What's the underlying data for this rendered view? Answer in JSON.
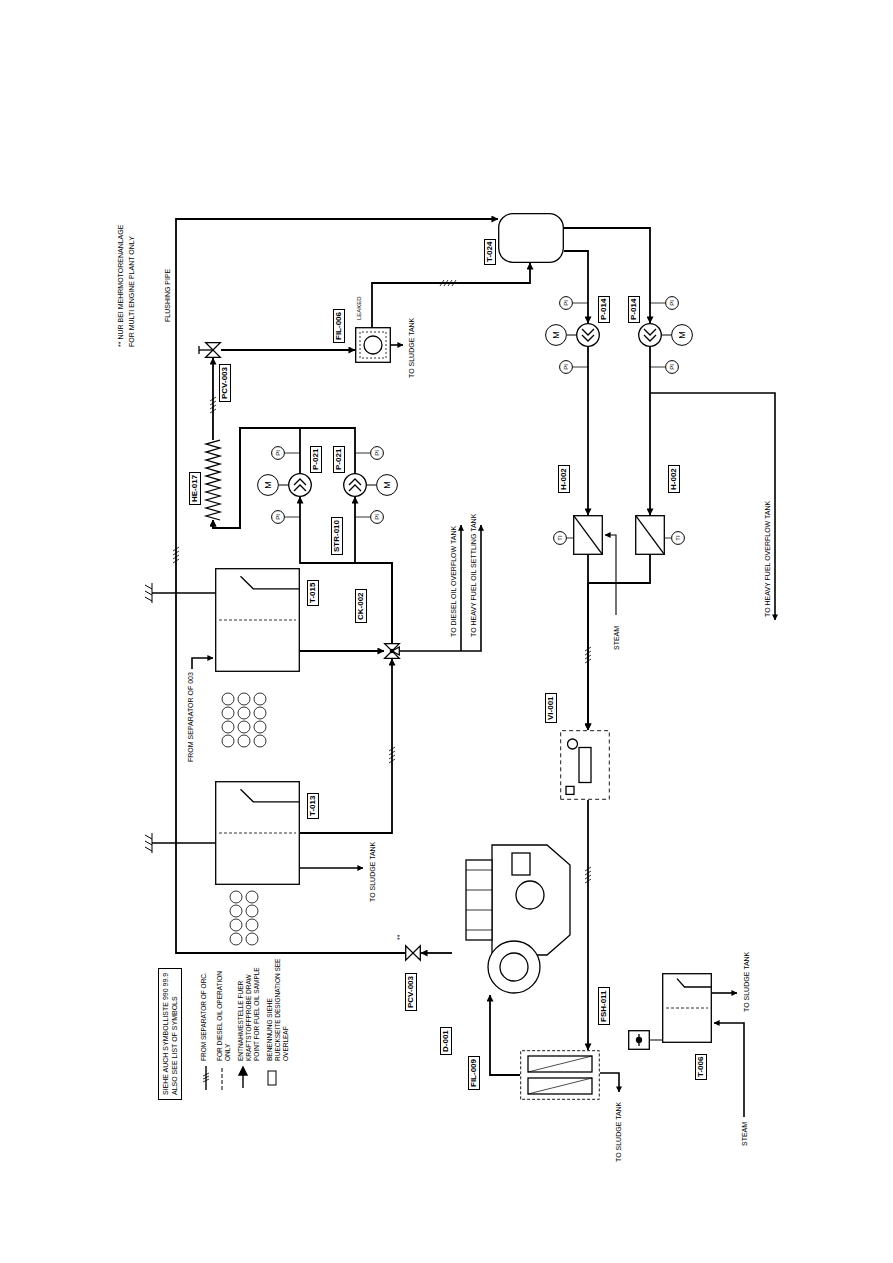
{
  "diagram": {
    "nodes": [
      {
        "text": [
          "SIEHE AUCH SYMBOLLISTE 990 99.9",
          "ALSO SEE LIST OF SYMBOLS"
        ]
      },
      {
        "text": [
          "T-013"
        ]
      },
      {
        "text": [
          "T-015"
        ]
      },
      {
        "text": [
          "CK-002"
        ]
      },
      {
        "text": [
          "HE-017"
        ]
      },
      {
        "text": [
          "P-021"
        ]
      },
      {
        "text": [
          "M"
        ]
      },
      {
        "text": [
          "P-021"
        ]
      },
      {
        "text": [
          "M"
        ]
      },
      {
        "text": [
          "STR-010"
        ]
      },
      {
        "text": [
          "PCV-003"
        ]
      },
      {
        "text": [
          "FIL-006"
        ]
      },
      {
        "text": [
          "T-024"
        ]
      },
      {
        "text": [
          "P-014"
        ]
      },
      {
        "text": [
          "M"
        ]
      },
      {
        "text": [
          "P-014"
        ]
      },
      {
        "text": [
          "M"
        ]
      },
      {
        "text": [
          "H-002"
        ]
      },
      {
        "text": [
          "H-002"
        ]
      },
      {
        "text": [
          "VI-001"
        ]
      },
      {
        "text": [
          "D-001"
        ]
      },
      {
        "text": [
          "PCV-003"
        ]
      },
      {
        "text": [
          "FIL-009"
        ]
      },
      {
        "text": [
          "FSH-011"
        ]
      },
      {
        "text": [
          "T-006"
        ]
      },
      {
        "text": [
          "PI"
        ]
      },
      {
        "text": [
          "PI"
        ]
      },
      {
        "text": [
          "PI"
        ]
      },
      {
        "text": [
          "PI"
        ]
      },
      {
        "text": [
          "PI"
        ]
      },
      {
        "text": [
          "PI"
        ]
      },
      {
        "text": [
          "PI"
        ]
      },
      {
        "text": [
          "PI"
        ]
      },
      {
        "text": [
          "TI"
        ]
      },
      {
        "text": [
          "TI"
        ]
      }
    ],
    "edges": [
      {
        "from": 1,
        "to": 3,
        "arrow": "to"
      },
      {
        "from": 2,
        "to": 3,
        "arrow": "to"
      },
      {
        "from": 3,
        "to": 5,
        "arrow": "to"
      },
      {
        "from": 3,
        "to": 7,
        "arrow": "to"
      },
      {
        "from": 5,
        "to": 4,
        "arrow": "to"
      },
      {
        "from": 7,
        "to": 4,
        "arrow": "to"
      },
      {
        "from": 4,
        "to": 10,
        "arrow": "to"
      },
      {
        "from": 10,
        "to": 11,
        "arrow": "to"
      },
      {
        "from": 11,
        "to": 12,
        "arrow": "to"
      },
      {
        "from": 12,
        "to": 13,
        "arrow": "to"
      },
      {
        "from": 12,
        "to": 15,
        "arrow": "to"
      },
      {
        "from": 13,
        "to": 17,
        "arrow": "to"
      },
      {
        "from": 15,
        "to": 18,
        "arrow": "to"
      },
      {
        "from": 17,
        "to": 19,
        "arrow": "to"
      },
      {
        "from": 18,
        "to": 19,
        "arrow": "to"
      },
      {
        "from": 19,
        "to": 22,
        "arrow": "to"
      },
      {
        "from": 22,
        "to": 20,
        "arrow": "to"
      },
      {
        "from": 20,
        "to": 21,
        "arrow": "to"
      },
      {
        "from": 21,
        "to": 12,
        "arrow": "to"
      },
      {
        "from": 23,
        "to": 24,
        "arrow": "none"
      },
      {
        "from": 5,
        "to": 6,
        "arrow": "none"
      },
      {
        "from": 7,
        "to": 8,
        "arrow": "none"
      },
      {
        "from": 13,
        "to": 14,
        "arrow": "none"
      },
      {
        "from": 15,
        "to": 16,
        "arrow": "none"
      }
    ],
    "labels": [
      "FROM SEPARATOR OF 003",
      "FLUSHING PIPE",
      "LEAKED",
      "TO SLUDGE TANK",
      "TO DIESEL OIL OVERFLOW TANK",
      "TO HEAVY FUEL OIL SETTLING TANK",
      "TO SLUDGE TANK",
      "**",
      "STEAM",
      "TO HEAVY FUEL OVERFLOW TANK",
      "TO SLUDGE TANK",
      "TO SLUDGE TANK",
      "STEAM",
      "** NUR BEI MEHRMOTORENANLAGE",
      "FOR MULTI ENGINE PLANT ONLY"
    ],
    "legend": [
      {
        "text": "FROM SEPARATOR OF ORC."
      },
      {
        "text": "FOR DIESEL OIL OPERATION ONLY"
      },
      {
        "text": "ENTNAHMESTELLE FUER KRAFTSTOFFPROBE DRAW POINT FOR FUEL OIL SAMPLE"
      },
      {
        "text": "BENENNUNG SIEHE RUECKSEITE DESIGNATION SEE OVERLEAF"
      }
    ]
  }
}
